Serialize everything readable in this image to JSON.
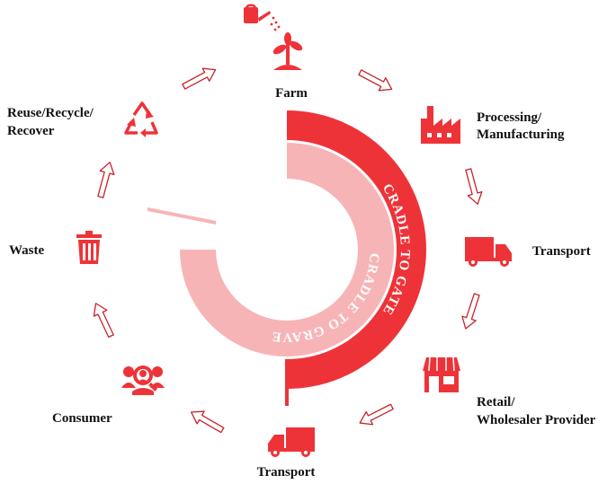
{
  "colors": {
    "accent": "#ee3338",
    "light": "#f7b4b7",
    "arrow_stroke": "#c8222a",
    "text": "#111111",
    "arc_text": "#ffffff"
  },
  "stages": {
    "farm": {
      "label": "Farm",
      "icons": [
        "watering-can-icon",
        "sprout-icon"
      ]
    },
    "processing": {
      "line1": "Processing/",
      "line2": "Manufacturing",
      "icon": "factory-icon"
    },
    "transport_1": {
      "label": "Transport",
      "icon": "truck-icon"
    },
    "retail": {
      "line1": "Retail/",
      "line2": "Wholesaler Provider",
      "icon": "storefront-icon"
    },
    "transport_2": {
      "label": "Transport",
      "icon": "truck-icon"
    },
    "consumer": {
      "label": "Consumer",
      "icon": "consumer-group-icon"
    },
    "waste": {
      "label": "Waste",
      "icon": "trash-can-icon"
    },
    "recycle": {
      "line1": "Reuse/Recycle/",
      "line2": "Recover",
      "icon": "recycle-icon"
    }
  },
  "rings": {
    "outer": "CRADLE TO GATE",
    "inner": "CRADLE TO GRAVE"
  }
}
